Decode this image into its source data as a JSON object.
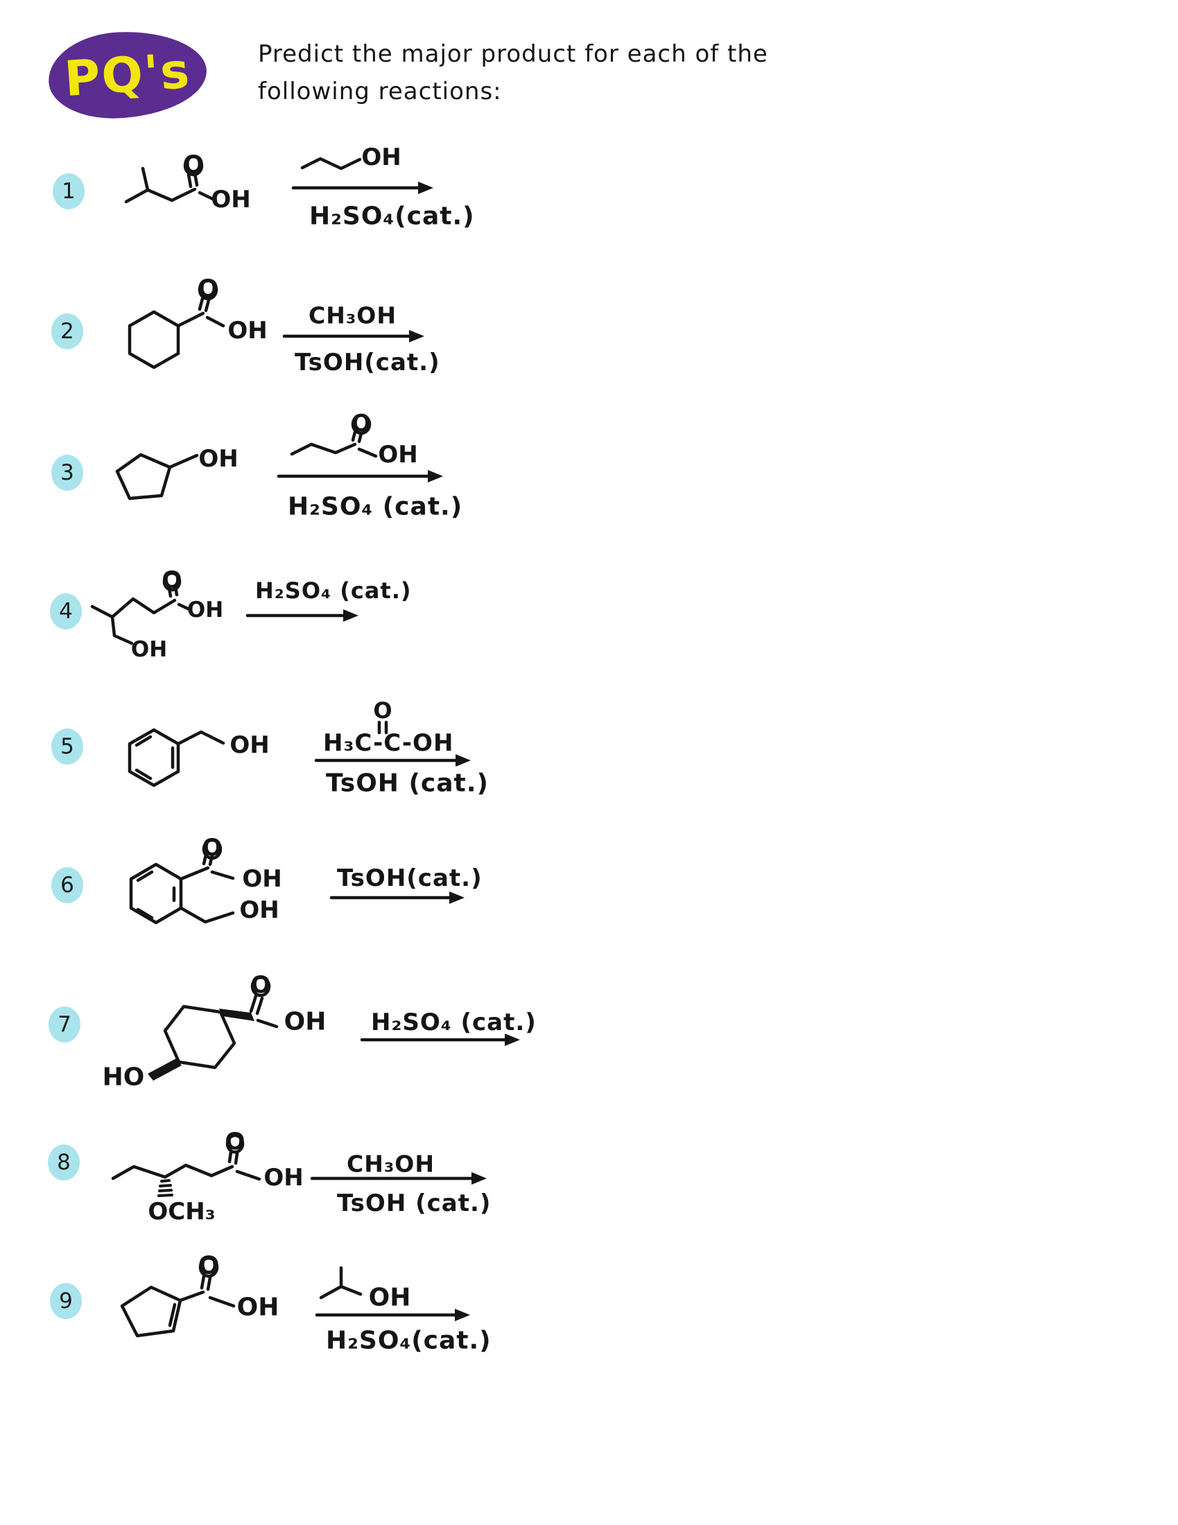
{
  "colors": {
    "ink": "#151515",
    "badge_fill": "#a9e4ec",
    "logo_purple": "#5b2d91",
    "logo_yellow": "#f2e60e",
    "paper": "#ffffff"
  },
  "logo_text": "PQ's",
  "header": {
    "line1": "Predict the major product for each of the",
    "line2": "following reactions:"
  },
  "reactions": [
    {
      "number": "1",
      "o": "O",
      "oh": "OH",
      "above_oh": "OH",
      "below": "H₂SO₄(cat.)"
    },
    {
      "number": "2",
      "o": "O",
      "oh": "OH",
      "above": "CH₃OH",
      "below": "TsOH(cat.)"
    },
    {
      "number": "3",
      "oh": "OH",
      "above_o": "O",
      "above_oh": "OH",
      "below": "H₂SO₄ (cat.)"
    },
    {
      "number": "4",
      "o": "O",
      "oh": "OH",
      "oh2": "OH",
      "above": "H₂SO₄ (cat.)"
    },
    {
      "number": "5",
      "oh": "OH",
      "above": "H₃C-C-OH",
      "above_o": "O",
      "below": "TsOH (cat.)"
    },
    {
      "number": "6",
      "o": "O",
      "oh": "OH",
      "oh2": "OH",
      "above": "TsOH(cat.)"
    },
    {
      "number": "7",
      "o": "O",
      "oh": "OH",
      "ho": "HO",
      "above": "H₂SO₄ (cat.)"
    },
    {
      "number": "8",
      "o": "O",
      "oh": "OH",
      "och3": "OCH₃",
      "above": "CH₃OH",
      "below": "TsOH (cat.)"
    },
    {
      "number": "9",
      "o": "O",
      "oh": "OH",
      "above_oh": "OH",
      "below": "H₂SO₄(cat.)"
    }
  ]
}
